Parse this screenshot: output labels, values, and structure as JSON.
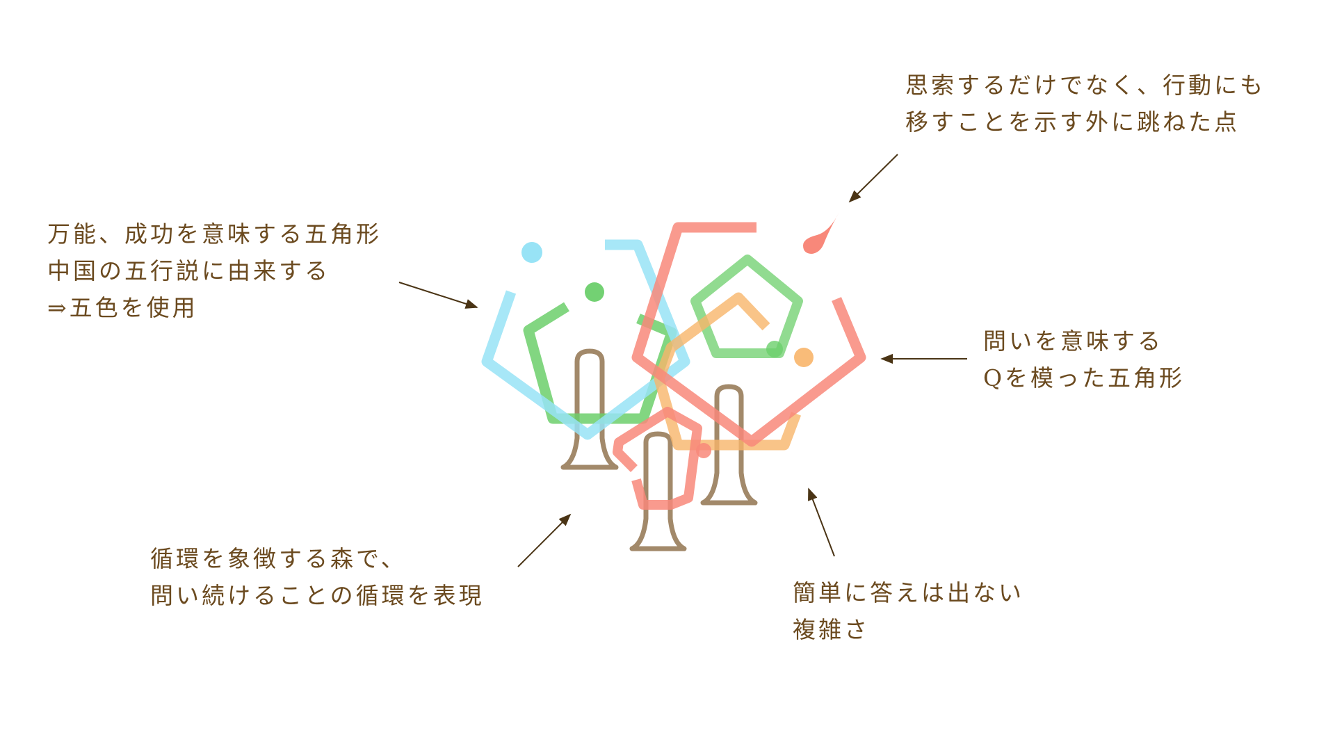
{
  "colors": {
    "text": "#6b4a1f",
    "arrow": "#4a3415",
    "blue": "#98e3f6",
    "green": "#6ccf6b",
    "red": "#f8887a",
    "orange": "#f8b56a",
    "trunk": "#a2896a"
  },
  "annotations": {
    "top_right": {
      "lines": [
        "思索するだけでなく、行動にも",
        "移すことを示す外に跳ねた点"
      ]
    },
    "left": {
      "lines": [
        "万能、成功を意味する五角形",
        "中国の五行説に由来する",
        "⇒五色を使用"
      ]
    },
    "right": {
      "lines": [
        "問いを意味する",
        "Qを模った五角形"
      ]
    },
    "bottom_left": {
      "lines": [
        "循環を象徴する森で、",
        "問い続けることの循環を表現"
      ]
    },
    "bottom_right": {
      "lines": [
        "簡単に答えは出ない",
        "複雑さ"
      ]
    }
  }
}
